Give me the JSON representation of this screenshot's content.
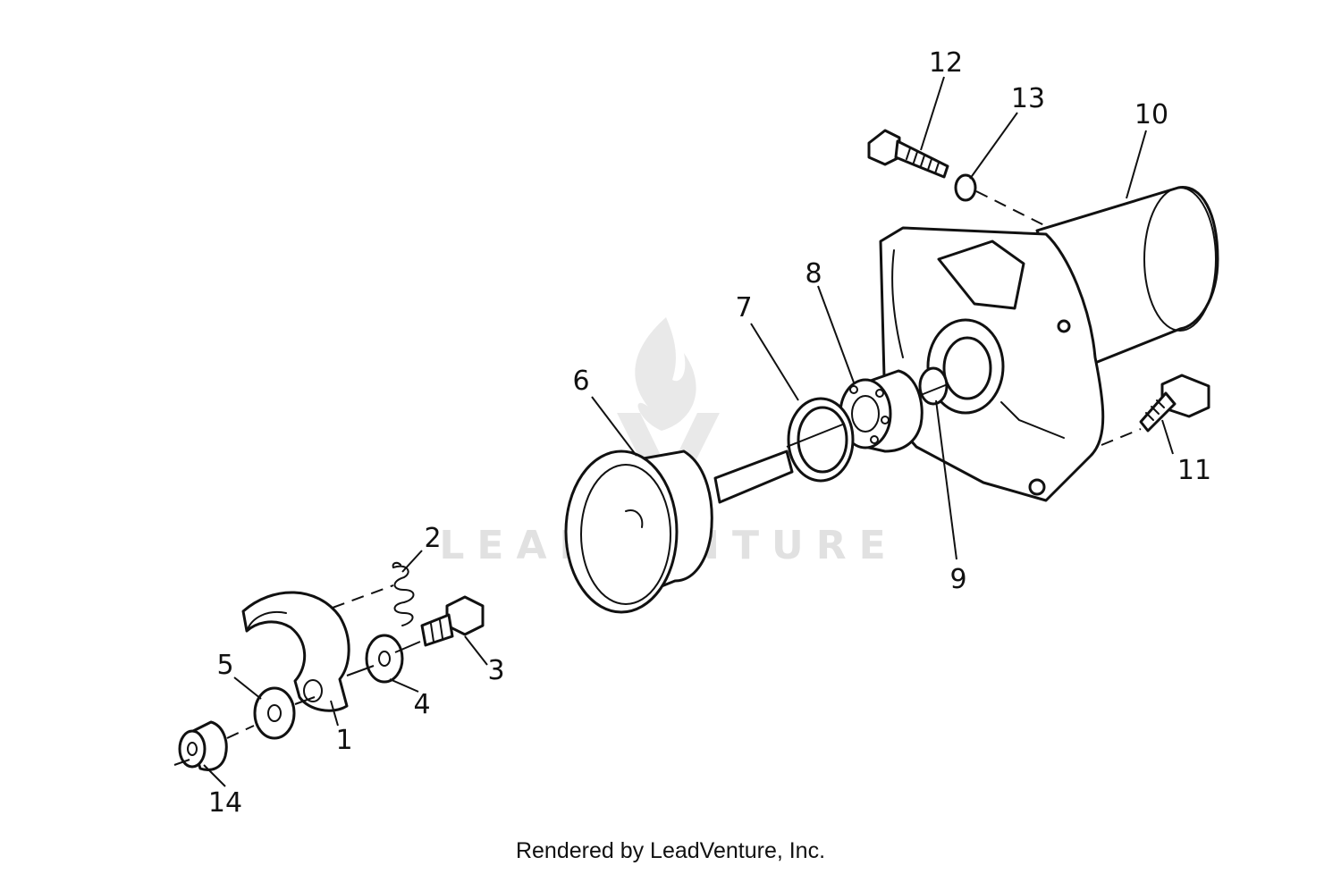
{
  "diagram": {
    "callouts": [
      {
        "id": "c1",
        "text": "1"
      },
      {
        "id": "c2",
        "text": "2"
      },
      {
        "id": "c3",
        "text": "3"
      },
      {
        "id": "c4",
        "text": "4"
      },
      {
        "id": "c5",
        "text": "5"
      },
      {
        "id": "c6",
        "text": "6"
      },
      {
        "id": "c7",
        "text": "7"
      },
      {
        "id": "c8",
        "text": "8"
      },
      {
        "id": "c9",
        "text": "9"
      },
      {
        "id": "c10",
        "text": "10"
      },
      {
        "id": "c11",
        "text": "11"
      },
      {
        "id": "c12",
        "text": "12"
      },
      {
        "id": "c13",
        "text": "13"
      },
      {
        "id": "c14",
        "text": "14"
      }
    ]
  },
  "watermark": {
    "text": "LEADVENTURE",
    "icon": "leadventure-flame-logo",
    "color": "#dcdcdc"
  },
  "footer": {
    "credit": "Rendered by LeadVenture, Inc."
  }
}
